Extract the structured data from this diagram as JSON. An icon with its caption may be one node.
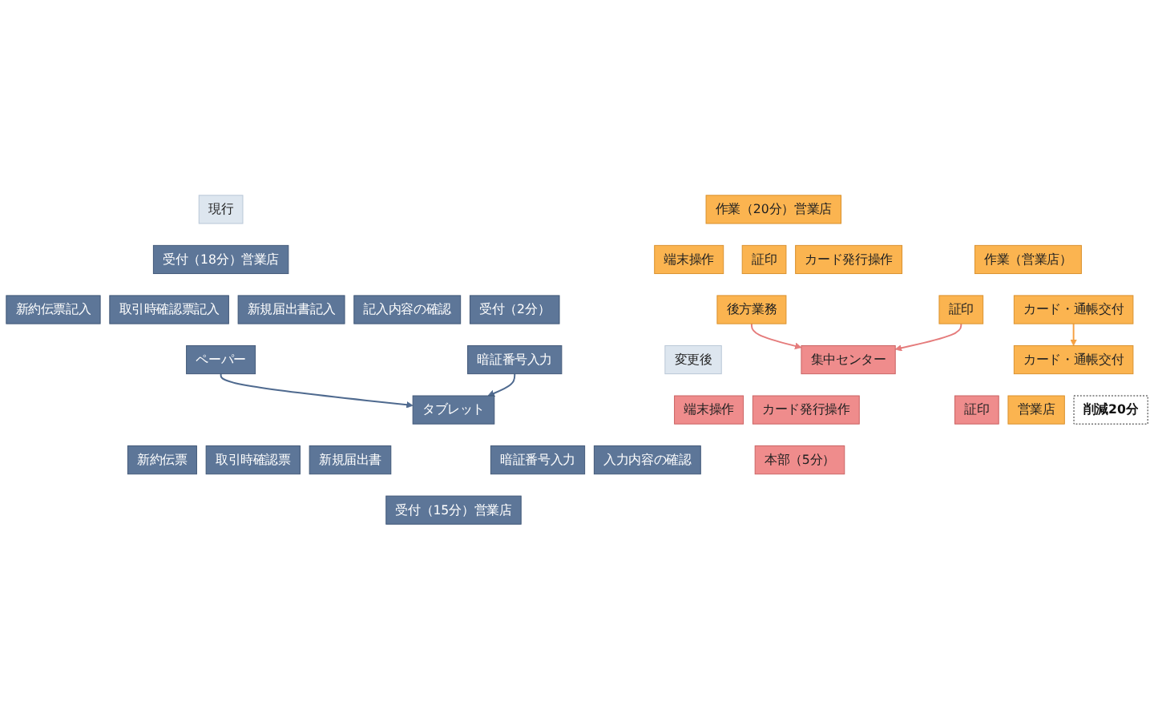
{
  "diagram": {
    "nodes": [
      {
        "text": [
          "現行"
        ]
      },
      {
        "text": [
          "受付（18分）営業店"
        ]
      },
      {
        "text": [
          "新約伝票記入"
        ]
      },
      {
        "text": [
          "取引時確認票記入"
        ]
      },
      {
        "text": [
          "新規届出書記入"
        ]
      },
      {
        "text": [
          "記入内容の確認"
        ]
      },
      {
        "text": [
          "ペーパー"
        ]
      },
      {
        "text": [
          "作業（20分）営業店"
        ]
      },
      {
        "text": [
          "端末操作"
        ]
      },
      {
        "text": [
          "証印"
        ]
      },
      {
        "text": [
          "カード発行操作"
        ]
      },
      {
        "text": [
          "後方業務"
        ]
      },
      {
        "text": [
          "受付（2分）"
        ]
      },
      {
        "text": [
          "暗証番号入力"
        ]
      },
      {
        "text": [
          "作業（営業店）"
        ]
      },
      {
        "text": [
          "証印"
        ]
      },
      {
        "text": [
          "カード・通帳交付"
        ]
      },
      {
        "text": [
          "変更後"
        ]
      },
      {
        "text": [
          "タブレット"
        ]
      },
      {
        "text": [
          "新約伝票"
        ]
      },
      {
        "text": [
          "取引時確認票"
        ]
      },
      {
        "text": [
          "新規届出書"
        ]
      },
      {
        "text": [
          "暗証番号入力"
        ]
      },
      {
        "text": [
          "入力内容の確認"
        ]
      },
      {
        "text": [
          "受付（15分）営業店"
        ]
      },
      {
        "text": [
          "集中センター"
        ]
      },
      {
        "text": [
          "端末操作"
        ]
      },
      {
        "text": [
          "カード発行操作"
        ]
      },
      {
        "text": [
          "証印"
        ]
      },
      {
        "text": [
          "本部（5分）"
        ]
      },
      {
        "text": [
          "カード・通帳交付"
        ]
      },
      {
        "text": [
          "営業店"
        ]
      },
      {
        "text": [
          "削減20分"
        ]
      }
    ],
    "edges": [
      {
        "from": 6,
        "to": 18,
        "arrow": "to",
        "color": "#4f6a8f"
      },
      {
        "from": 13,
        "to": 18,
        "arrow": "to",
        "color": "#4f6a8f"
      },
      {
        "from": 11,
        "to": 25,
        "arrow": "to",
        "color": "#e57c7c"
      },
      {
        "from": 15,
        "to": 25,
        "arrow": "to",
        "color": "#e57c7c"
      },
      {
        "from": 16,
        "to": 30,
        "arrow": "to",
        "color": "#f5a142"
      }
    ]
  }
}
